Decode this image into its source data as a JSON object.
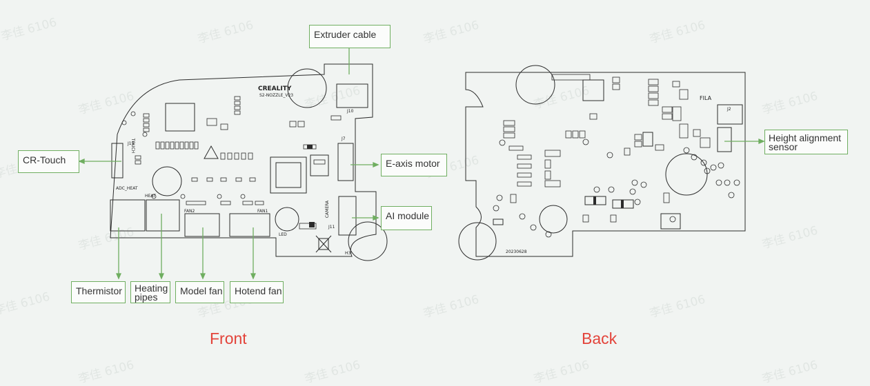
{
  "watermark": "李佳 6106",
  "labels": {
    "extruder_cable": "Extruder cable",
    "cr_touch": "CR-Touch",
    "e_axis_motor": "E-axis motor",
    "ai_module": "AI module",
    "thermistor": "Thermistor",
    "heating_pipes": [
      "Heating",
      "pipes"
    ],
    "model_fan": "Model fan",
    "hotend_fan": "Hotend fan",
    "height_alignment_sensor": [
      "Height alignment",
      "sensor"
    ]
  },
  "captions": {
    "front": "Front",
    "back": "Back"
  },
  "board_text": {
    "brand": "CREALITY",
    "model": "S2-NOZZLE_V23",
    "date_code": "20230628",
    "touch": "TOUCH",
    "adc_heat": "ADC_HEAT",
    "heat": "HEAT",
    "fan2": "FAN2",
    "fan1": "FAN1",
    "camera": "CAMERA",
    "led": "LED",
    "fila": "FILA",
    "j10": "J10",
    "j13": "J13",
    "j11": "J11",
    "j2": "J2",
    "j7": "J7",
    "h3": "H3"
  },
  "colors": {
    "accent_green": "#6fae60",
    "caption_red": "#e3433a",
    "line": "#2b2b2b"
  }
}
